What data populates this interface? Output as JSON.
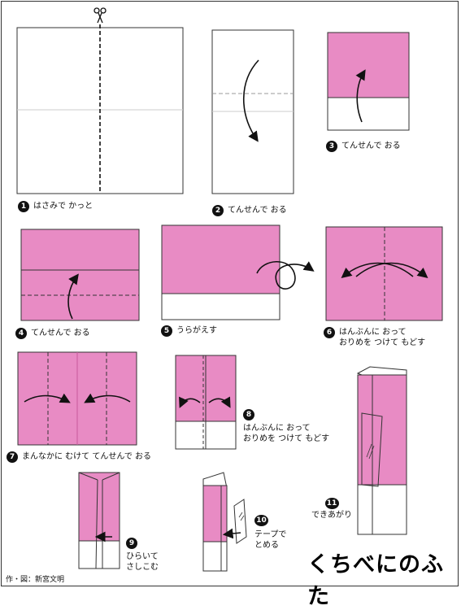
{
  "title": "くちべにのふた",
  "credit": "作・図：新宮文明",
  "colors": {
    "paper": "#e88bc4",
    "line": "#333333"
  },
  "steps": [
    {
      "num": "1",
      "text": "はさみで かっと"
    },
    {
      "num": "2",
      "text": "てんせんで おる"
    },
    {
      "num": "3",
      "text": "てんせんで おる"
    },
    {
      "num": "4",
      "text": "てんせんで おる"
    },
    {
      "num": "5",
      "text": "うらがえす"
    },
    {
      "num": "6",
      "line1": "はんぶんに おって",
      "line2": "おりめを つけて もどす"
    },
    {
      "num": "7",
      "text": "まんなかに むけて てんせんで おる"
    },
    {
      "num": "8",
      "line1": "はんぶんに おって",
      "line2": "おりめを つけて もどす"
    },
    {
      "num": "9",
      "line1": "ひらいて",
      "line2": "さしこむ"
    },
    {
      "num": "10",
      "line1": "テープで",
      "line2": "とめる"
    },
    {
      "num": "11",
      "text": "できあがり"
    }
  ]
}
